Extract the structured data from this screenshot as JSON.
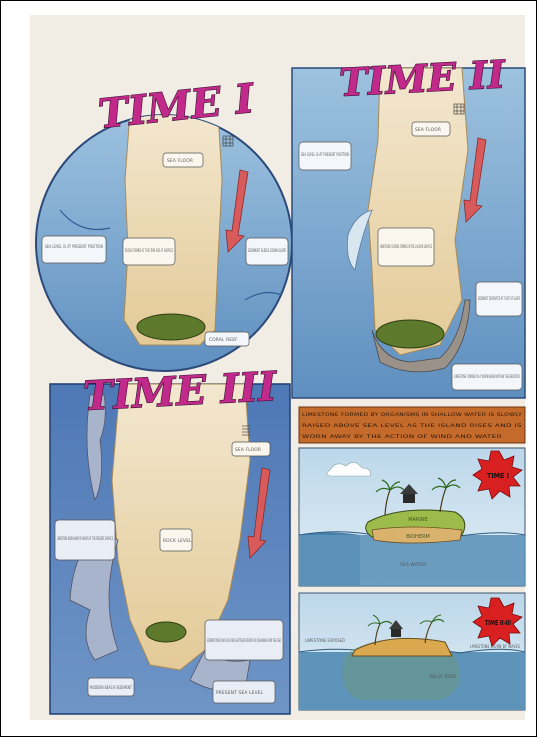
{
  "titles": {
    "time1": "TIME I",
    "time2": "TIME II",
    "time3": "TIME III",
    "badge1": "TIME I",
    "badge2": "TIME II-III"
  },
  "time1_labels": {
    "sea_floor": "SEA FLOOR",
    "sea_level": "SEA LEVEL IS AT PRESENT POSITION",
    "above_level": "ROCKS FORMED AT THIS TIME ARE AT SURFACE",
    "sediment": "SEDIMENT SLIDES DOWN SLOPE",
    "coral_reef": "CORAL REEF"
  },
  "time2_labels": {
    "sea_floor": "SEA FLOOR",
    "sea_level": "SEA LEVEL IS AT PRESENT POSITION",
    "growth": "LIMESTONE IS BEING FORMED IN THE LAGOON SURFACE",
    "sediment": "SEDIMENT DEPOSITED AT FOOT OF SLOPE",
    "bottom": "LIMESTONE FORMED IN A WORN BASIN WITHIN THE BEDROCK"
  },
  "time3_labels": {
    "sea_floor": "SEA FLOOR",
    "left_note": "LIMESTONE WORN AWAY BY WAVES AT THE PRESENT SURFACE",
    "rock_level": "ROCK LEVEL",
    "sediment": "SEDIMENT MIXED WITH OLD AND SHATTERED GROWTH OF ORGANISMS FROM THE REEF",
    "present_level": "PRESENT SEA LEVEL",
    "lower": "MODERN BEACH SEDIMENT"
  },
  "banner": {
    "line1": "LIMESTONE FORMED BY ORGANISMS IN SHALLOW WATER IS SLOWLY",
    "line2": "RAISED ABOVE SEA LEVEL AS THE ISLAND RISES AND IS",
    "line3": "WORN AWAY BY THE ACTION OF WIND AND WATER"
  },
  "island1": {
    "top_label": "MARINE",
    "mid_label": "BIOHERM",
    "sea_label": "SEA WATER"
  },
  "island2": {
    "left_label": "LIMESTONE EXPOSED",
    "right_label": "LIMESTONE WORN BY WAVES",
    "bottom_label": "RELIC REEF"
  },
  "colors": {
    "water": "#7fa6c9",
    "water_dark": "#3f6fa8",
    "rock": "#ecdcb8",
    "reef": "#5d7a2c",
    "arrow": "#d85a5a",
    "banner": "#c46a2a",
    "title": "#c12a8a",
    "badge": "#d82020"
  }
}
